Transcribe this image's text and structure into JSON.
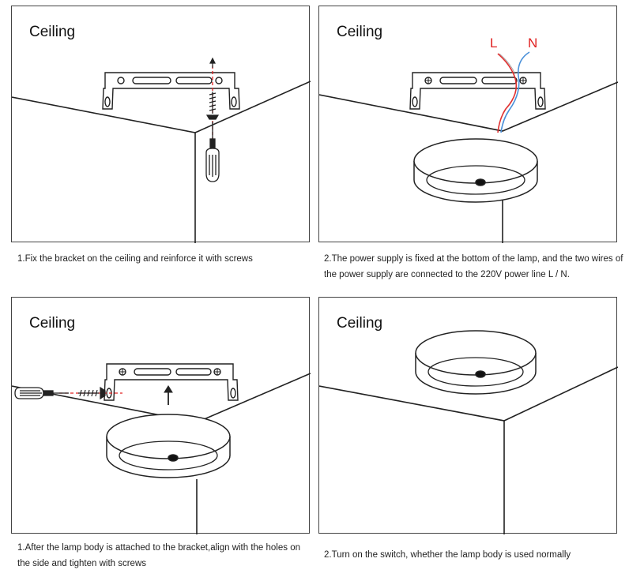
{
  "panels": [
    {
      "title": "Ceiling",
      "caption": "1.Fix the bracket on the ceiling and reinforce it with screws"
    },
    {
      "title": "Ceiling",
      "caption": "2.The power supply is fixed at the bottom of the lamp, and the two wires of the power supply are connected to the 220V power line L / N.",
      "wire_labels": {
        "live": "L",
        "neutral": "N"
      }
    },
    {
      "title": "Ceiling",
      "caption": "1.After the lamp body is attached to the bracket,align with the holes on the side and tighten with screws"
    },
    {
      "title": "Ceiling",
      "caption": "2.Turn on the switch, whether the lamp body is used normally"
    }
  ],
  "colors": {
    "line": "#222222",
    "guide": "#e02020",
    "live_wire": "#e03030",
    "neutral_wire": "#4a90d9",
    "label": "#e02020"
  },
  "icons": [
    "screwdriver-icon",
    "screw-icon",
    "bracket-icon",
    "lamp-icon",
    "arrow-up-icon"
  ]
}
